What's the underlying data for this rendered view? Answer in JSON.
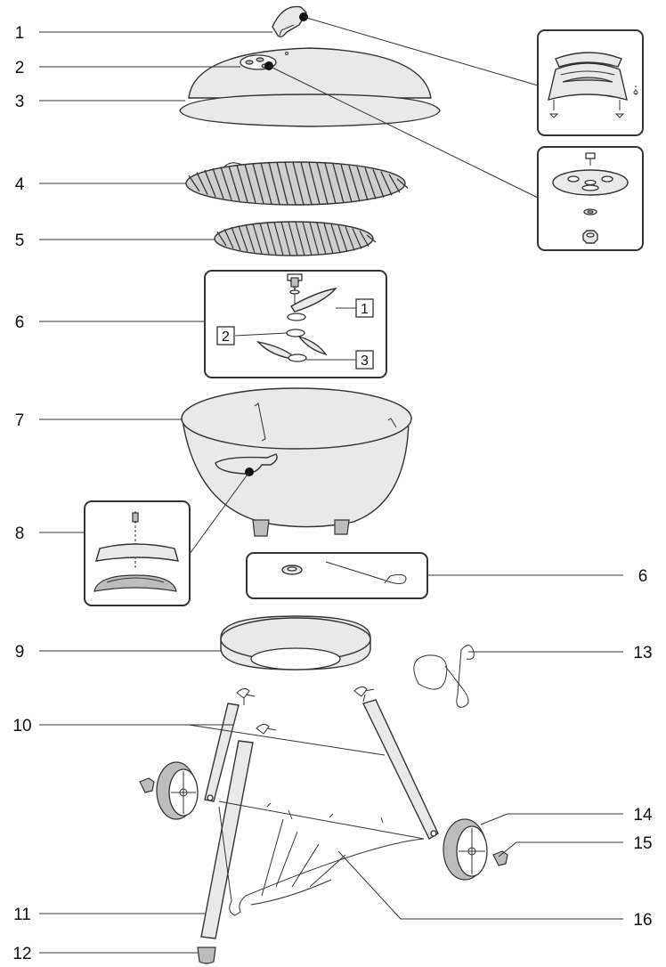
{
  "callouts": [
    {
      "id": "c1",
      "label": "1"
    },
    {
      "id": "c2",
      "label": "2"
    },
    {
      "id": "c3",
      "label": "3"
    },
    {
      "id": "c4",
      "label": "4"
    },
    {
      "id": "c5",
      "label": "5"
    },
    {
      "id": "c6",
      "label": "6"
    },
    {
      "id": "c7",
      "label": "7"
    },
    {
      "id": "c8",
      "label": "8"
    },
    {
      "id": "c9",
      "label": "9"
    },
    {
      "id": "c10",
      "label": "10"
    },
    {
      "id": "c11",
      "label": "11"
    },
    {
      "id": "c12",
      "label": "12"
    },
    {
      "id": "c13",
      "label": "13"
    },
    {
      "id": "c14",
      "label": "14"
    },
    {
      "id": "c15",
      "label": "15"
    },
    {
      "id": "c16",
      "label": "16"
    },
    {
      "id": "c6b",
      "label": "6"
    }
  ],
  "damper_detail": {
    "labels": [
      "1",
      "2",
      "3"
    ]
  }
}
